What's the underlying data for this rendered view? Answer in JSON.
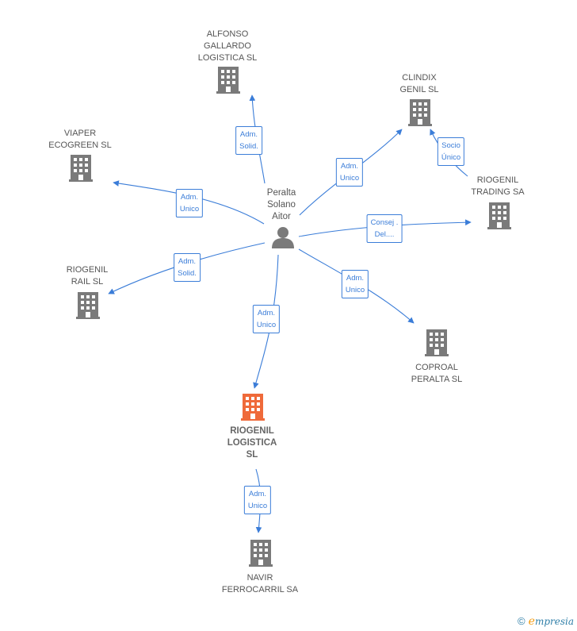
{
  "center": {
    "label": "Peralta\nSolano\nAitor",
    "icon": "person-icon"
  },
  "companies": [
    {
      "id": "alfonso",
      "label": "ALFONSO\nGALLARDO\nLOGISTICA SL",
      "focus": false
    },
    {
      "id": "clindix",
      "label": "CLINDIX\nGENIL SL",
      "focus": false
    },
    {
      "id": "viaper",
      "label": "VIAPER\nECOGREEN  SL",
      "focus": false
    },
    {
      "id": "riogenil-trading",
      "label": "RIOGENIL\nTRADING SA",
      "focus": false
    },
    {
      "id": "riogenil-rail",
      "label": "RIOGENIL\nRAIL SL",
      "focus": false
    },
    {
      "id": "coproal",
      "label": "COPROAL\nPERALTA  SL",
      "focus": false
    },
    {
      "id": "riogenil-logistica",
      "label": "RIOGENIL\nLOGISTICA\nSL",
      "focus": true
    },
    {
      "id": "navir",
      "label": "NAVIR\nFERROCARRIL SA",
      "focus": false
    }
  ],
  "relations": [
    {
      "from": "person",
      "to": "alfonso",
      "label": "Adm.\nSolid."
    },
    {
      "from": "person",
      "to": "clindix",
      "label": "Adm.\nUnico"
    },
    {
      "from": "riogenil-trading",
      "to": "clindix",
      "label": "Socio\nÚnico"
    },
    {
      "from": "person",
      "to": "viaper",
      "label": "Adm.\nUnico"
    },
    {
      "from": "person",
      "to": "riogenil-trading",
      "label": "Consej .\nDel...."
    },
    {
      "from": "person",
      "to": "riogenil-rail",
      "label": "Adm.\nSolid."
    },
    {
      "from": "person",
      "to": "coproal",
      "label": "Adm.\nUnico"
    },
    {
      "from": "person",
      "to": "riogenil-logistica",
      "label": "Adm.\nUnico"
    },
    {
      "from": "riogenil-logistica",
      "to": "navir",
      "label": "Adm.\nUnico"
    }
  ],
  "colors": {
    "edge": "#3b7dd8",
    "building": "#7a7a7a",
    "focus_building": "#ef6a3a",
    "person": "#7a7a7a"
  },
  "footer": {
    "copyright": "©",
    "brand_initial": "e",
    "brand_rest": "mpresia"
  }
}
